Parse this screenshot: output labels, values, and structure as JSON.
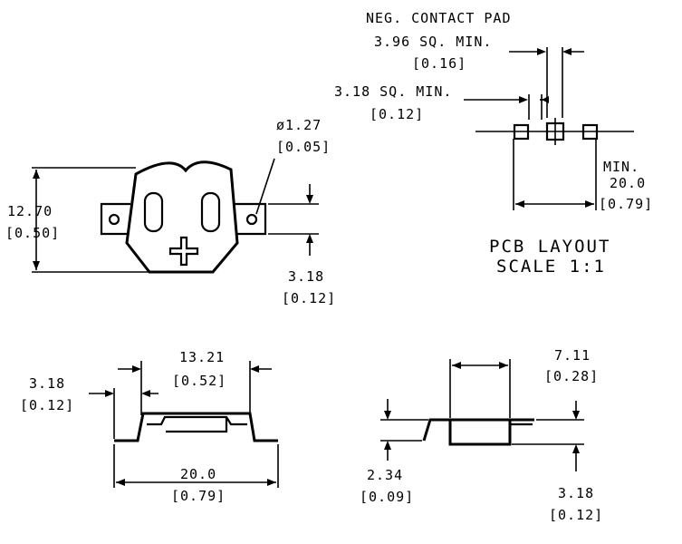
{
  "colors": {
    "ink": "#000000",
    "background": "#ffffff"
  },
  "top_view": {
    "height_mm": "12.70",
    "height_in": "[0.50]",
    "hole_mm": "ø1.27",
    "hole_in": "[0.05]",
    "tab_mm": "3.18",
    "tab_in": "[0.12]"
  },
  "pcb_layout": {
    "neg_pad_label": "NEG. CONTACT PAD",
    "pad_large_mm": "3.96 SQ. MIN.",
    "pad_large_in": "[0.16]",
    "pad_small_mm": "3.18 SQ. MIN.",
    "pad_small_in": "[0.12]",
    "min_label": "MIN.",
    "spacing_mm": "20.0",
    "spacing_in": "[0.79]",
    "title": "PCB LAYOUT",
    "scale": "SCALE 1:1"
  },
  "front_view": {
    "left_mm": "3.18",
    "left_in": "[0.12]",
    "top_mm": "13.21",
    "top_in": "[0.52]",
    "bottom_mm": "20.0",
    "bottom_in": "[0.79]"
  },
  "side_view": {
    "width_mm": "7.11",
    "width_in": "[0.28]",
    "left_mm": "2.34",
    "left_in": "[0.09]",
    "right_mm": "3.18",
    "right_in": "[0.12]"
  }
}
